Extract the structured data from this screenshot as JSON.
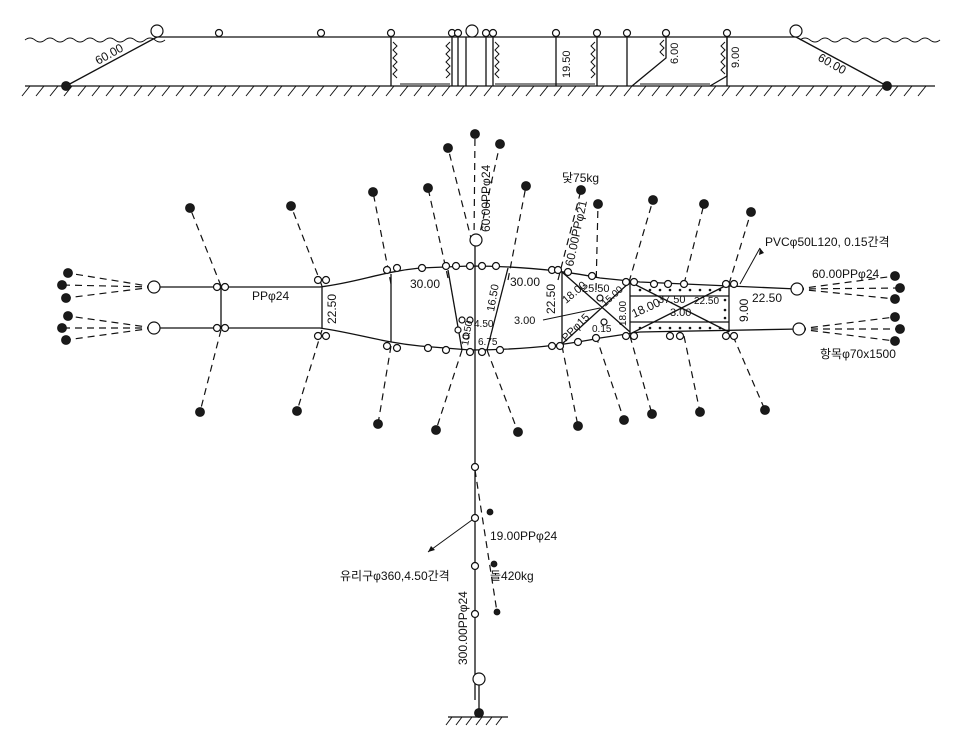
{
  "side_view": {
    "dims": {
      "left_rope": "60.00",
      "right_rope": "60.00",
      "depth_a": "19.50",
      "depth_b": "6.00",
      "depth_c": "9.00"
    }
  },
  "plan_view": {
    "callouts": {
      "weight_anchor": "닻75kg",
      "mooring_top": "60.00PPφ24",
      "mooring_bow": "60.00PPφ21",
      "pvc_float": "PVCφ50L120, 0.15간격",
      "mooring_right": "60.00PPφ24",
      "stake": "항목φ70x1500",
      "wing_rope": "PPφ24",
      "inner_rope": "PPφ15"
    },
    "dims": {
      "wing_width": "22.50",
      "mid_top": "30.00",
      "center_a": "16.50",
      "center_b": "4.50",
      "center_c": "10.50",
      "center_d": "6.75",
      "top_b": "30.00",
      "front_width": "22.50",
      "diag_a": "18.00",
      "top_c": "25.50",
      "diag_b": "15.00",
      "side_a": "3.00",
      "spacing": "0.15",
      "box_a": "18.00",
      "box_b": "18.00",
      "box_top": "37.50",
      "box_mid": "3.00",
      "box_right": "22.50",
      "box_height": "9.00",
      "tail": "22.50"
    },
    "leader": {
      "rope": "19.00PPφ24",
      "glass_float": "유리구φ360,4.50간격",
      "stone": "돌420kg",
      "main_rope": "300.00PPφ24"
    }
  }
}
